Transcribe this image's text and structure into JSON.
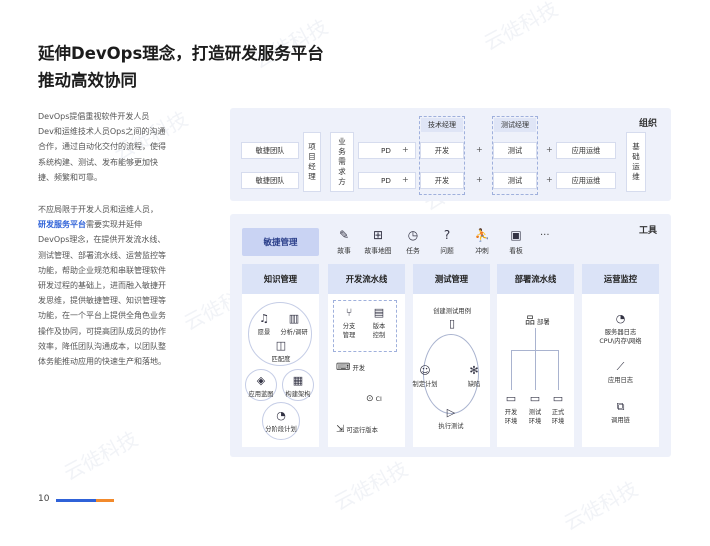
{
  "title": {
    "line1": "延伸DevOps理念，打造研发服务平台",
    "line2": "推动高效协同"
  },
  "intro": {
    "p1_lines": [
      "DevOps提倡重视软件开发人员",
      "Dev和运维技术人员Ops之间的沟通",
      "合作，通过自动化交付的流程，使得",
      "系统构建、测试、发布能够更加快",
      "捷、频繁和可靠。"
    ],
    "p2_line1": "不应局限于开发人员和运维人员，",
    "p2_highlight": "研发服务平台",
    "p2_highlight_rest": "需要实现并延伸",
    "p2_lines": [
      "DevOps理念，在提供开发流水线、",
      "测试管理、部署流水线、运营监控等",
      "功能，帮助企业规范和串联管理软件",
      "研发过程的基础上，进而融入敏捷开",
      "发思维，提供敏捷管理、知识管理等",
      "功能，在一个平台上提供全角色业务",
      "操作及协同，可提高团队成员的协作",
      "效率，降低团队沟通成本，以团队整",
      "体务能推动应用的快速生产和落地。"
    ]
  },
  "org": {
    "label": "组织",
    "team1": "敏捷团队",
    "team2": "敏捷团队",
    "project_manager": "项目经理",
    "business_requirement": "业务需求方",
    "tech_manager": "技术经理",
    "test_manager": "测试经理",
    "infra_ops": "基础运维",
    "row_cells": {
      "pd": "PD",
      "dev": "开发",
      "test": "测试",
      "ops": "应用运维"
    },
    "plus": "+"
  },
  "tools": {
    "label": "工具",
    "agile_management": "敏捷管理",
    "icons": [
      {
        "icon": "edit-icon",
        "glyph": "✎",
        "label": "故事"
      },
      {
        "icon": "map-icon",
        "glyph": "⊞",
        "label": "故事地图"
      },
      {
        "icon": "task-icon",
        "glyph": "◷",
        "label": "任务"
      },
      {
        "icon": "question-icon",
        "glyph": "?",
        "label": "问题"
      },
      {
        "icon": "sprint-icon",
        "glyph": "⛹",
        "label": "冲刺"
      },
      {
        "icon": "board-icon",
        "glyph": "▣",
        "label": "看板"
      }
    ],
    "more": "···"
  },
  "columns": {
    "knowledge": {
      "title": "知识管理",
      "items": [
        "愿景",
        "分析/调研",
        "匹配度",
        "应用蓝图",
        "构建架构",
        "分阶段计划"
      ]
    },
    "pipeline": {
      "title": "开发流水线",
      "branch": "分支管理",
      "version": "版本控制",
      "develop": "开发",
      "ci": "CI",
      "runnable": "可运行版本"
    },
    "test": {
      "title": "测试管理",
      "create_case": "创建测试用例",
      "plan": "制定计划",
      "defect": "缺陷",
      "execute": "执行测试"
    },
    "deploy": {
      "title": "部署流水线",
      "deploy": "部署",
      "env_dev": "开发环境",
      "env_test": "测试环境",
      "env_prod": "正式环境"
    },
    "monitor": {
      "title": "运营监控",
      "server_log": "服务器日志",
      "server_log_sub": "CPU\\内存\\网络",
      "app_log": "应用日志",
      "trace": "调用链"
    }
  },
  "page": {
    "number": "10"
  },
  "colors": {
    "accent": "#2f62d8",
    "orange": "#f28a2c",
    "panel": "#eef1fa",
    "header": "#dbe3f7"
  },
  "watermark": "云徙科技"
}
